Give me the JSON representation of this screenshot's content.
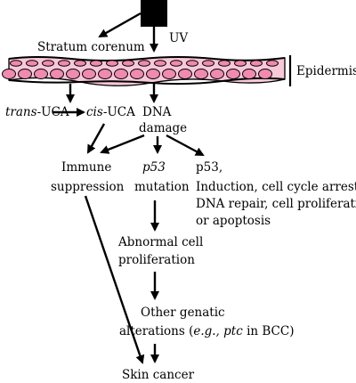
{
  "uv_source": {
    "label": "UV"
  },
  "skin": {
    "stratum_label": "Stratum corenum",
    "epidermis_label": "Epidermis",
    "cell_fill": "#f08ab0",
    "layer_fill": "#f7c8d8"
  },
  "nodes": {
    "trans_uca_prefix": "trans",
    "trans_uca_suffix": "-UCA",
    "cis_uca_prefix": "cis",
    "cis_uca_suffix": "-UCA",
    "dna_damage_line1": "DNA",
    "dna_damage_line2": "damage",
    "immune_line1": "Immune",
    "immune_line2": "suppression",
    "p53_mut_line1": "p53",
    "p53_mut_line2": "mutation",
    "p53_ind_line1": "p53,",
    "p53_ind_line2": "Induction, cell cycle arrest,",
    "p53_ind_line3": "DNA repair, cell proliferation",
    "p53_ind_line4": "or apoptosis",
    "abnormal_line1": "Abnormal cell",
    "abnormal_line2": "proliferation",
    "other_line1": "Other genatic",
    "other_line2_a": "alterations (",
    "other_line2_b": "e.g., ptc",
    "other_line2_c": " in BCC)",
    "skin_cancer": "Skin cancer"
  }
}
